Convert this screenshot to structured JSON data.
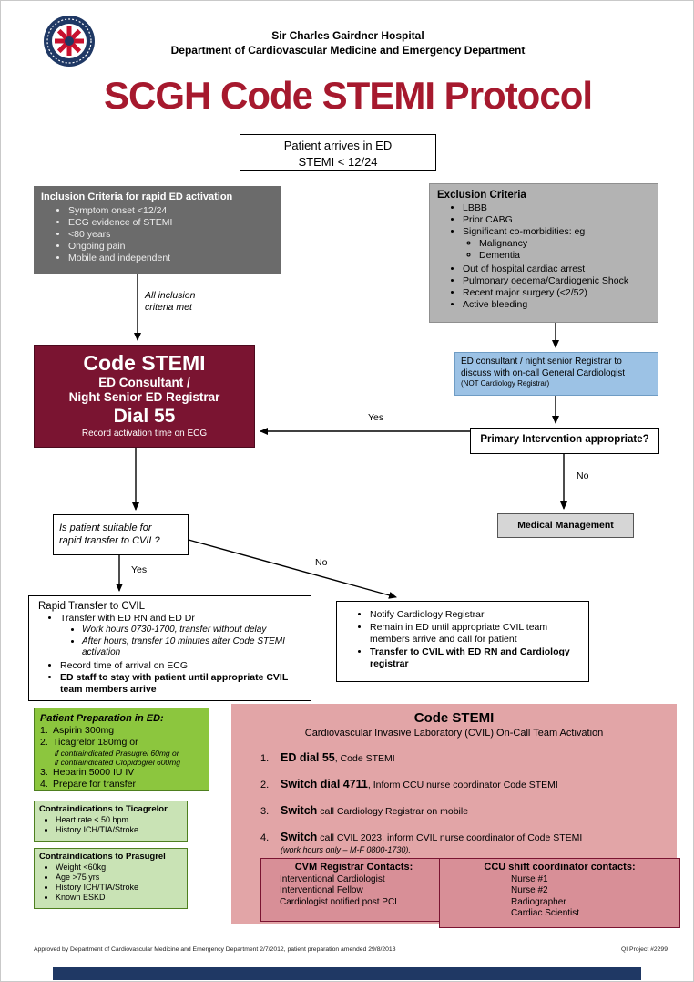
{
  "header": {
    "hospital": "Sir Charles Gairdner Hospital",
    "department": "Department of Cardiovascular Medicine and Emergency Department",
    "title": "SCGH Code STEMI Protocol"
  },
  "colors": {
    "title_red": "#A6192E",
    "maroon": "#7A1431",
    "blue": "#9CC2E5",
    "green": "#8CC63E",
    "pink": "#E2A5A7",
    "navy": "#1F3864"
  },
  "patient_box": {
    "line1": "Patient arrives in ED",
    "line2": "STEMI < 12/24"
  },
  "inclusion": {
    "title": "Inclusion Criteria for rapid ED activation",
    "items": [
      "Symptom onset <12/24",
      "ECG evidence of STEMI",
      "<80 years",
      "Ongoing pain",
      "Mobile and independent"
    ]
  },
  "exclusion": {
    "title": "Exclusion Criteria",
    "items_top": [
      "LBBB",
      "Prior CABG",
      "Significant co-morbidities: eg"
    ],
    "sub_items": [
      "Malignancy",
      "Dementia"
    ],
    "items_bottom": [
      "Out of hospital cardiac arrest",
      "Pulmonary oedema/Cardiogenic Shock",
      "Recent major surgery (<2/52)",
      "Active bleeding"
    ]
  },
  "labels": {
    "all_inclusion_1": "All inclusion",
    "all_inclusion_2": "criteria met",
    "yes_primary": "Yes",
    "no_primary": "No",
    "yes_transfer": "Yes",
    "no_transfer": "No"
  },
  "code_stemi_box": {
    "title": "Code STEMI",
    "line1": "ED Consultant /",
    "line2": "Night Senior ED Registrar",
    "dial": "Dial 55",
    "footer": "Record activation time on ECG"
  },
  "cardiologist_box": {
    "text": "ED consultant / night senior Registrar to discuss with on-call General Cardiologist",
    "note": "(NOT Cardiology Registrar)"
  },
  "primary_box": {
    "text": "Primary Intervention appropriate?"
  },
  "medical_box": {
    "text": "Medical Management"
  },
  "suitable_box": {
    "line1": "Is patient suitable for",
    "line2": "rapid transfer to CVIL?"
  },
  "rapid_box": {
    "title": "Rapid Transfer to CVIL",
    "bullet1": "Transfer with ED RN and ED Dr",
    "sub1": "Work hours 0730-1700, transfer without delay",
    "sub2": "After hours, transfer 10 minutes after Code STEMI activation",
    "bullet2": "Record time of arrival on ECG",
    "bullet3": "ED staff to stay with patient until appropriate CVIL team members arrive"
  },
  "notify_box": {
    "items": [
      "Notify Cardiology Registrar",
      "Remain in ED until appropriate CVIL team members arrive and call for patient",
      "Transfer to CVIL with ED RN and Cardiology registrar"
    ]
  },
  "prep_box": {
    "title": "Patient Preparation in ED:",
    "items": [
      {
        "num": "1.",
        "text": "Aspirin 300mg"
      },
      {
        "num": "2.",
        "text": "Ticagrelor 180mg or"
      },
      {
        "num": "3.",
        "text": "Heparin 5000 IU IV"
      },
      {
        "num": "4.",
        "text": "Prepare for transfer"
      }
    ],
    "sub1": "if contraindicated Prasugrel 60mg or",
    "sub2": "if contraindicated Clopidogrel 600mg"
  },
  "ticagrelor_box": {
    "title": "Contraindications to Ticagrelor",
    "items": [
      "Heart rate ≤ 50 bpm",
      "History ICH/TIA/Stroke"
    ]
  },
  "prasugrel_box": {
    "title": "Contraindications to Prasugrel",
    "items": [
      "Weight <60kg",
      "Age >75 yrs",
      "History ICH/TIA/Stroke",
      "Known ESKD"
    ]
  },
  "activation_box": {
    "title": "Code STEMI",
    "subtitle": "Cardiovascular Invasive Laboratory (CVIL) On-Call Team Activation",
    "steps": [
      {
        "num": "1.",
        "bold": "ED dial 55",
        "rest": ", Code STEMI"
      },
      {
        "num": "2.",
        "bold": "Switch dial 4711",
        "rest": ", Inform CCU nurse coordinator Code STEMI"
      },
      {
        "num": "3.",
        "bold": "Switch",
        "rest": " call Cardiology Registrar on mobile"
      },
      {
        "num": "4.",
        "bold": "Switch",
        "rest": " call CVIL 2023, inform CVIL nurse coordinator of Code STEMI"
      }
    ],
    "step4_note": "(work hours only – M-F 0800-1730)."
  },
  "cvm_box": {
    "title": "CVM Registrar Contacts:",
    "items": [
      "Interventional Cardiologist",
      "Interventional Fellow",
      "Cardiologist notified post PCI"
    ]
  },
  "ccu_box": {
    "title": "CCU shift coordinator contacts:",
    "items": [
      "Nurse #1",
      "Nurse #2",
      "Radiographer",
      "Cardiac Scientist"
    ]
  },
  "footer": {
    "left": "Approved by Department of Cardiovascular Medicine and Emergency Department 2/7/2012, patient preparation amended 29/8/2013",
    "right": "QI Project #2299"
  }
}
